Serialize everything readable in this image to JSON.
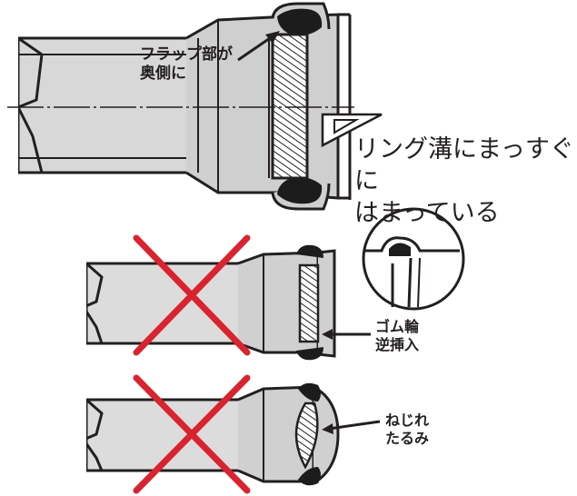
{
  "labels": {
    "flap": {
      "line1": "フラップ部が",
      "line2": "奥側に"
    },
    "correct": {
      "line1": "リング溝にまっすぐに",
      "line2": "はまっている"
    },
    "reversed": {
      "line1": "ゴム輪",
      "line2": "逆挿入"
    },
    "twisted": {
      "line1": "ねじれ",
      "line2": "たるみ"
    }
  },
  "colors": {
    "line": "#231f20",
    "pipe_fill": "#dcdcdc",
    "seal_fill": "#1c1c1c",
    "cross": "#d9232e"
  }
}
